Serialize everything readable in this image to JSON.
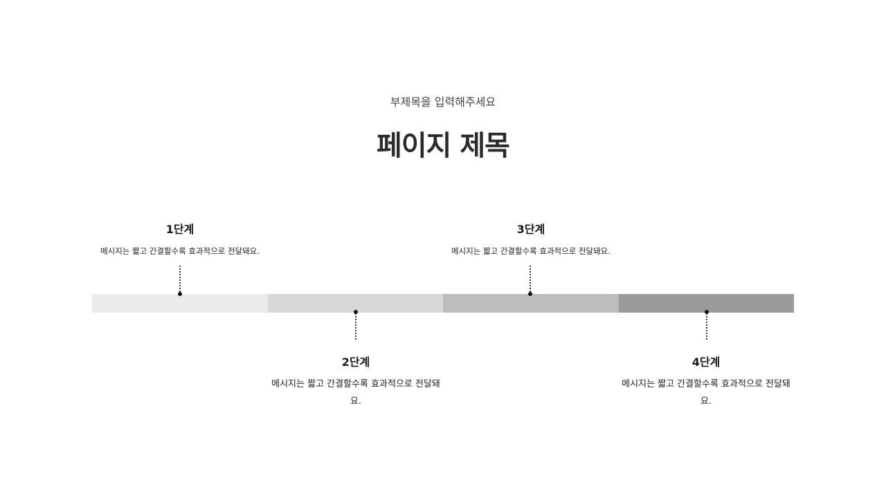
{
  "header": {
    "subtitle": "부제목을 입력해주세요",
    "title": "페이지 제목"
  },
  "colors": {
    "segments": [
      "#ebebeb",
      "#d8d8d8",
      "#bdbdbd",
      "#9a9a9a"
    ]
  },
  "steps": [
    {
      "label": "1단계",
      "description": "메시지는 짧고 간결할수록 효과적으로 전달돼요."
    },
    {
      "label": "2단계",
      "description": "메시지는 짧고 간결할수록 효과적으로 전달돼요."
    },
    {
      "label": "3단계",
      "description": "메시지는 짧고 간결할수록 효과적으로 전달돼요."
    },
    {
      "label": "4단계",
      "description": "메시지는 짧고 간결할수록 효과적으로 전달돼요."
    }
  ]
}
